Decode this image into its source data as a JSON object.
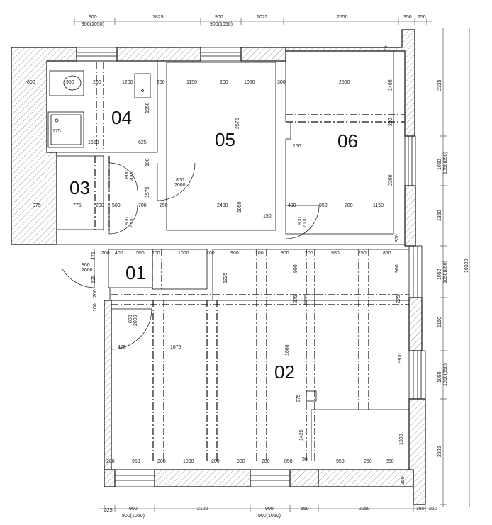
{
  "rooms": {
    "r01": "01",
    "r02": "02",
    "r03": "03",
    "r04": "04",
    "r05": "05",
    "r06": "06"
  },
  "dims_top": {
    "a": "900",
    "a2": "900(1050)",
    "b": "1825",
    "c": "900",
    "c2": "900(1050)",
    "d": "1025",
    "e": "2550",
    "f": "350",
    "g": "250"
  },
  "dims_bottom": {
    "a": "325",
    "b": "900",
    "b2": "900(1050)",
    "c": "2100",
    "d": "900",
    "d2": "900(1050)",
    "e": "650",
    "f": "2050",
    "g": "350",
    "h": "250"
  },
  "dims_right": {
    "a": "2325",
    "b": "1050",
    "b2": "1050(850)",
    "c": "1350",
    "d": "1050",
    "d2": "1050(850)",
    "e": "1150",
    "f": "1050",
    "f2": "1050(850)",
    "g": "2325",
    "total": "10300"
  },
  "labels": {
    "w800": "800",
    "w950": "950",
    "w200a": "200",
    "w1200": "1200",
    "w250a": "250",
    "w1150a": "1150",
    "w200b": "200",
    "w1050a": "1050",
    "w300": "300",
    "w2550": "2550",
    "w75": "75",
    "w1400": "1400",
    "w1950": "1950",
    "w175": "175",
    "w1650": "1650",
    "w625": "625",
    "w2575": "2575",
    "w200c": "200",
    "w150a": "150",
    "w2300a": "2300",
    "w100a": "100",
    "w800_2000a": "800",
    "w800_2000a2": "2000",
    "w800_2000b": "800",
    "w800_2000b2": "2000",
    "w1575": "1575",
    "w975": "975",
    "w775": "775",
    "w200d": "200",
    "w500": "500",
    "w700": "700",
    "w250b": "250",
    "w2400": "2400",
    "w1050b": "1050",
    "w400": "400",
    "w950b": "950",
    "w200e": "200",
    "w1150b": "1150",
    "w150b": "150",
    "w800_2000c": "800",
    "w800_2000c2": "2000",
    "w800_2000d": "800",
    "w800_2000d2": "2000",
    "w350a": "350",
    "w475a": "475",
    "w200f": "200",
    "w400b": "400",
    "w550": "550",
    "w200g": "200",
    "w1000a": "1000",
    "w200h": "200",
    "w900a": "900",
    "w200i": "200",
    "w900b": "900",
    "w200j": "200",
    "w950c": "950",
    "w250c": "250",
    "w850a": "850",
    "w800_2000e": "800",
    "w800_2000e2": "2000",
    "w525": "525",
    "w1225": "1225",
    "w990": "990",
    "w960": "960",
    "w200k": "200",
    "w100b": "100",
    "w275a": "275",
    "w275b": "275",
    "w800_2000f": "800",
    "w800_2000f2": "2000",
    "w475b": "475",
    "w1875": "1875",
    "w1860": "1860",
    "w2300b": "2300",
    "w275c": "275",
    "w1425": "1425",
    "w1300": "1300",
    "w200l": "200",
    "w950d": "950",
    "w200m": "200",
    "w1000b": "1000",
    "w200n": "200",
    "w900c": "900",
    "w200o": "200",
    "w850b": "850",
    "w50": "50",
    "w950e": "950",
    "w250d": "250",
    "w850c": "850",
    "w350b": "350"
  },
  "colors": {
    "ink": "#111111",
    "paper": "#ffffff"
  }
}
